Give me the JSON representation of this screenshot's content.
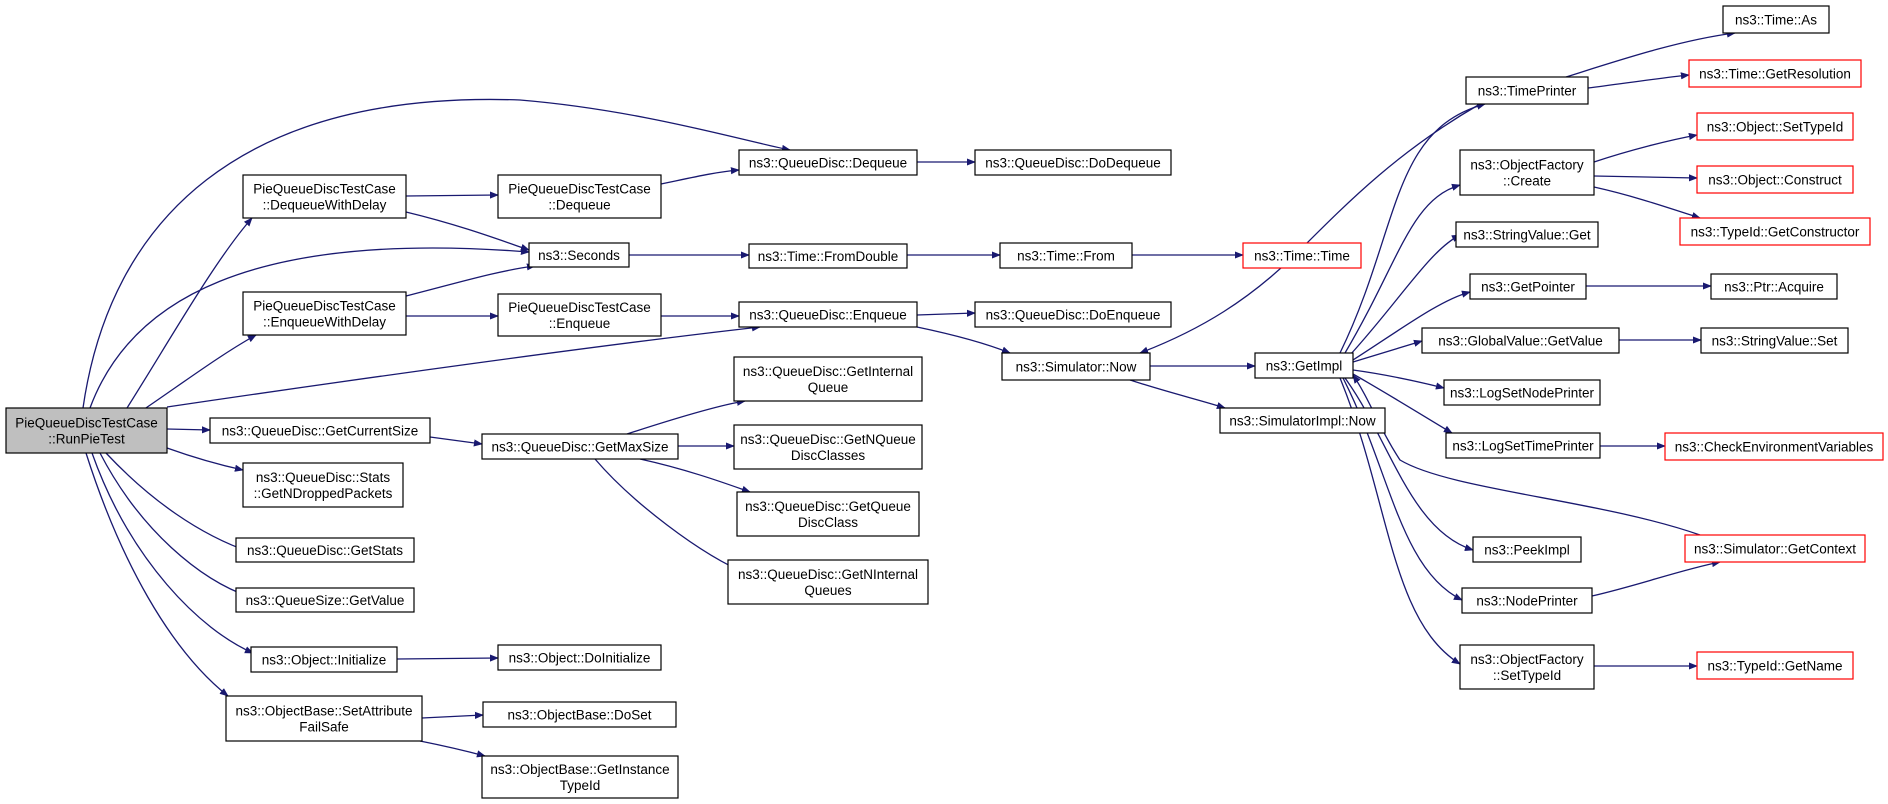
{
  "colors": {
    "edge": "#191970",
    "node_border": "#000000",
    "external_border": "#ff0000",
    "root_fill": "#bfbfbf"
  },
  "nodes": [
    {
      "id": "root",
      "lines": [
        "PieQueueDiscTestCase",
        "::RunPieTest"
      ],
      "style": "root"
    },
    {
      "id": "dequeueWithDelay",
      "lines": [
        "PieQueueDiscTestCase",
        "::DequeueWithDelay"
      ]
    },
    {
      "id": "enqueueWithDelay",
      "lines": [
        "PieQueueDiscTestCase",
        "::EnqueueWithDelay"
      ]
    },
    {
      "id": "getCurrentSize",
      "lines": [
        "ns3::QueueDisc::GetCurrentSize"
      ]
    },
    {
      "id": "getNDropped",
      "lines": [
        "ns3::QueueDisc::Stats",
        "::GetNDroppedPackets"
      ]
    },
    {
      "id": "getStats",
      "lines": [
        "ns3::QueueDisc::GetStats"
      ]
    },
    {
      "id": "queueSizeGetValue",
      "lines": [
        "ns3::QueueSize::GetValue"
      ]
    },
    {
      "id": "objectInitialize",
      "lines": [
        "ns3::Object::Initialize"
      ]
    },
    {
      "id": "setAttrFailSafe",
      "lines": [
        "ns3::ObjectBase::SetAttribute",
        "FailSafe"
      ]
    },
    {
      "id": "pieDequeue",
      "lines": [
        "PieQueueDiscTestCase",
        "::Dequeue"
      ]
    },
    {
      "id": "seconds",
      "lines": [
        "ns3::Seconds"
      ]
    },
    {
      "id": "pieEnqueue",
      "lines": [
        "PieQueueDiscTestCase",
        "::Enqueue"
      ]
    },
    {
      "id": "getMaxSize",
      "lines": [
        "ns3::QueueDisc::GetMaxSize"
      ]
    },
    {
      "id": "doInitialize",
      "lines": [
        "ns3::Object::DoInitialize"
      ]
    },
    {
      "id": "doSet",
      "lines": [
        "ns3::ObjectBase::DoSet"
      ]
    },
    {
      "id": "getInstanceTypeId",
      "lines": [
        "ns3::ObjectBase::GetInstance",
        "TypeId"
      ]
    },
    {
      "id": "qdDequeue",
      "lines": [
        "ns3::QueueDisc::Dequeue"
      ]
    },
    {
      "id": "timeFromDouble",
      "lines": [
        "ns3::Time::FromDouble"
      ]
    },
    {
      "id": "qdEnqueue",
      "lines": [
        "ns3::QueueDisc::Enqueue"
      ]
    },
    {
      "id": "getInternalQueue",
      "lines": [
        "ns3::QueueDisc::GetInternal",
        "Queue"
      ]
    },
    {
      "id": "getNQueueDiscClasses",
      "lines": [
        "ns3::QueueDisc::GetNQueue",
        "DiscClasses"
      ]
    },
    {
      "id": "getQueueDiscClass",
      "lines": [
        "ns3::QueueDisc::GetQueue",
        "DiscClass"
      ]
    },
    {
      "id": "getNInternalQueues",
      "lines": [
        "ns3::QueueDisc::GetNInternal",
        "Queues"
      ]
    },
    {
      "id": "doDequeue",
      "lines": [
        "ns3::QueueDisc::DoDequeue"
      ]
    },
    {
      "id": "timeFrom",
      "lines": [
        "ns3::Time::From"
      ]
    },
    {
      "id": "doEnqueue",
      "lines": [
        "ns3::QueueDisc::DoEnqueue"
      ]
    },
    {
      "id": "simNow",
      "lines": [
        "ns3::Simulator::Now"
      ]
    },
    {
      "id": "timeTime",
      "lines": [
        "ns3::Time::Time"
      ],
      "style": "red"
    },
    {
      "id": "getImpl",
      "lines": [
        "ns3::GetImpl"
      ]
    },
    {
      "id": "simImplNow",
      "lines": [
        "ns3::SimulatorImpl::Now"
      ]
    },
    {
      "id": "timePrinter",
      "lines": [
        "ns3::TimePrinter"
      ]
    },
    {
      "id": "ofCreate",
      "lines": [
        "ns3::ObjectFactory",
        "::Create"
      ]
    },
    {
      "id": "stringValueGet",
      "lines": [
        "ns3::StringValue::Get"
      ]
    },
    {
      "id": "getPointer",
      "lines": [
        "ns3::GetPointer"
      ]
    },
    {
      "id": "gvGetValue",
      "lines": [
        "ns3::GlobalValue::GetValue"
      ]
    },
    {
      "id": "logSetNodePrinter",
      "lines": [
        "ns3::LogSetNodePrinter"
      ]
    },
    {
      "id": "logSetTimePrinter",
      "lines": [
        "ns3::LogSetTimePrinter"
      ]
    },
    {
      "id": "peekImpl",
      "lines": [
        "ns3::PeekImpl"
      ]
    },
    {
      "id": "nodePrinter",
      "lines": [
        "ns3::NodePrinter"
      ]
    },
    {
      "id": "ofSetTypeId",
      "lines": [
        "ns3::ObjectFactory",
        "::SetTypeId"
      ]
    },
    {
      "id": "timeAs",
      "lines": [
        "ns3::Time::As"
      ]
    },
    {
      "id": "timeGetResolution",
      "lines": [
        "ns3::Time::GetResolution"
      ],
      "style": "red"
    },
    {
      "id": "objSetTypeId",
      "lines": [
        "ns3::Object::SetTypeId"
      ],
      "style": "red"
    },
    {
      "id": "objConstruct",
      "lines": [
        "ns3::Object::Construct"
      ],
      "style": "red"
    },
    {
      "id": "typeIdGetConstructor",
      "lines": [
        "ns3::TypeId::GetConstructor"
      ],
      "style": "red"
    },
    {
      "id": "ptrAcquire",
      "lines": [
        "ns3::Ptr::Acquire"
      ]
    },
    {
      "id": "stringValueSet",
      "lines": [
        "ns3::StringValue::Set"
      ]
    },
    {
      "id": "checkEnvVars",
      "lines": [
        "ns3::CheckEnvironmentVariables"
      ],
      "style": "red"
    },
    {
      "id": "simGetContext",
      "lines": [
        "ns3::Simulator::GetContext"
      ],
      "style": "red"
    },
    {
      "id": "typeIdGetName",
      "lines": [
        "ns3::TypeId::GetName"
      ],
      "style": "red"
    }
  ]
}
